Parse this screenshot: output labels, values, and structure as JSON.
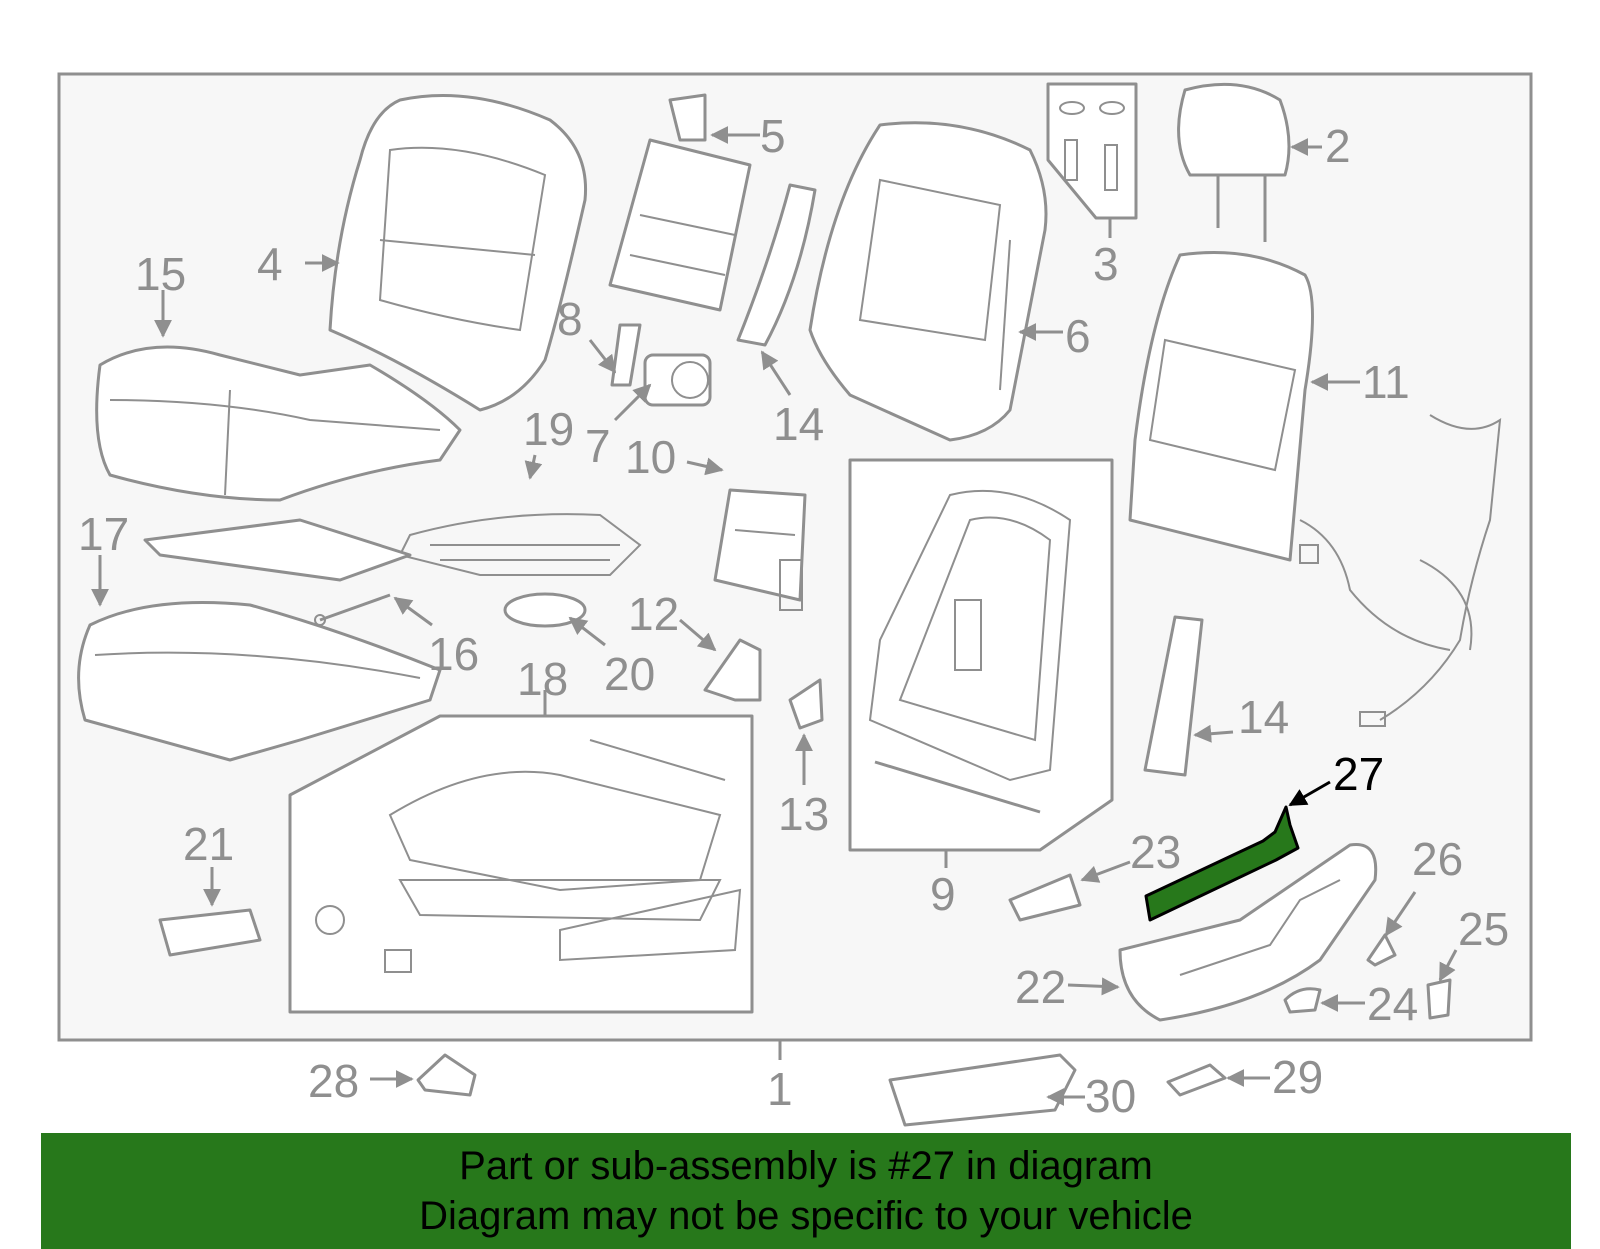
{
  "highlight": {
    "part_number": "27",
    "fill_color": "#27781b",
    "label_color": "#000000"
  },
  "colors": {
    "drawing_gray": "#8f8f8f",
    "background": "#f7f7f7",
    "caption_bar": "#27781b"
  },
  "labels": {
    "p1": "1",
    "p2": "2",
    "p3": "3",
    "p4": "4",
    "p5": "5",
    "p6": "6",
    "p7": "7",
    "p8": "8",
    "p9": "9",
    "p10": "10",
    "p11": "11",
    "p12": "12",
    "p13": "13",
    "p14a": "14",
    "p14b": "14",
    "p15": "15",
    "p16": "16",
    "p17": "17",
    "p18": "18",
    "p19": "19",
    "p20": "20",
    "p21": "21",
    "p22": "22",
    "p23": "23",
    "p24": "24",
    "p25": "25",
    "p26": "26",
    "p27": "27",
    "p28": "28",
    "p29": "29",
    "p30": "30"
  },
  "caption": {
    "line1": "Part or sub-assembly is #27 in diagram",
    "line2": "Diagram may not be specific to your vehicle"
  }
}
